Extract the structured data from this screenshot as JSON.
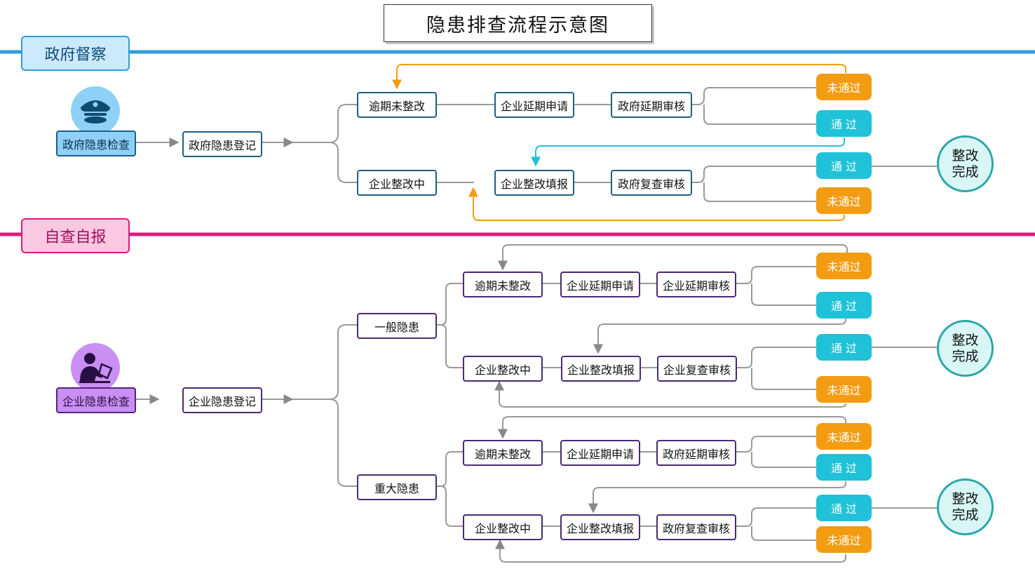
{
  "title": "隐患排查流程示意图",
  "colors": {
    "gov_line": "#2f9ddc",
    "self_line": "#dd1a7f",
    "fail": "#f39c12",
    "pass": "#1fc2d8",
    "arrow_orange": "#f39c12",
    "arrow_cyan": "#1fc2d8",
    "arrow_gray": "#888888"
  },
  "gov": {
    "lane": "政府督察",
    "start": "政府隐患检查",
    "register": "政府隐患登记",
    "overdue": "逾期未整改",
    "extension_apply": "企业延期申请",
    "extension_review": "政府延期审核",
    "in_progress": "企业整改中",
    "fill_report": "企业整改填报",
    "recheck_review": "政府复查审核",
    "fail_top": "未通过",
    "pass_top": "通  过",
    "pass_bottom": "通  过",
    "fail_bottom": "未通过",
    "done": "整改完成"
  },
  "self": {
    "lane": "自查自报",
    "start": "企业隐患检查",
    "register": "企业隐患登记",
    "general": {
      "label": "一般隐患",
      "overdue": "逾期未整改",
      "extension_apply": "企业延期申请",
      "extension_review": "企业延期审核",
      "in_progress": "企业整改中",
      "fill_report": "企业整改填报",
      "recheck_review": "企业复查审核",
      "fail_top": "未通过",
      "pass_top": "通  过",
      "pass_bottom": "通  过",
      "fail_bottom": "未通过",
      "done": "整改完成"
    },
    "major": {
      "label": "重大隐患",
      "overdue": "逾期未整改",
      "extension_apply": "企业延期申请",
      "extension_review": "政府延期审核",
      "in_progress": "企业整改中",
      "fill_report": "企业整改填报",
      "recheck_review": "政府复查审核",
      "fail_top": "未通过",
      "pass_top": "通  过",
      "pass_bottom": "通  过",
      "fail_bottom": "未通过",
      "done": "整改完成"
    }
  },
  "icons": {
    "gov_avatar": "police-officer-icon",
    "self_avatar": "person-at-desk-icon"
  }
}
